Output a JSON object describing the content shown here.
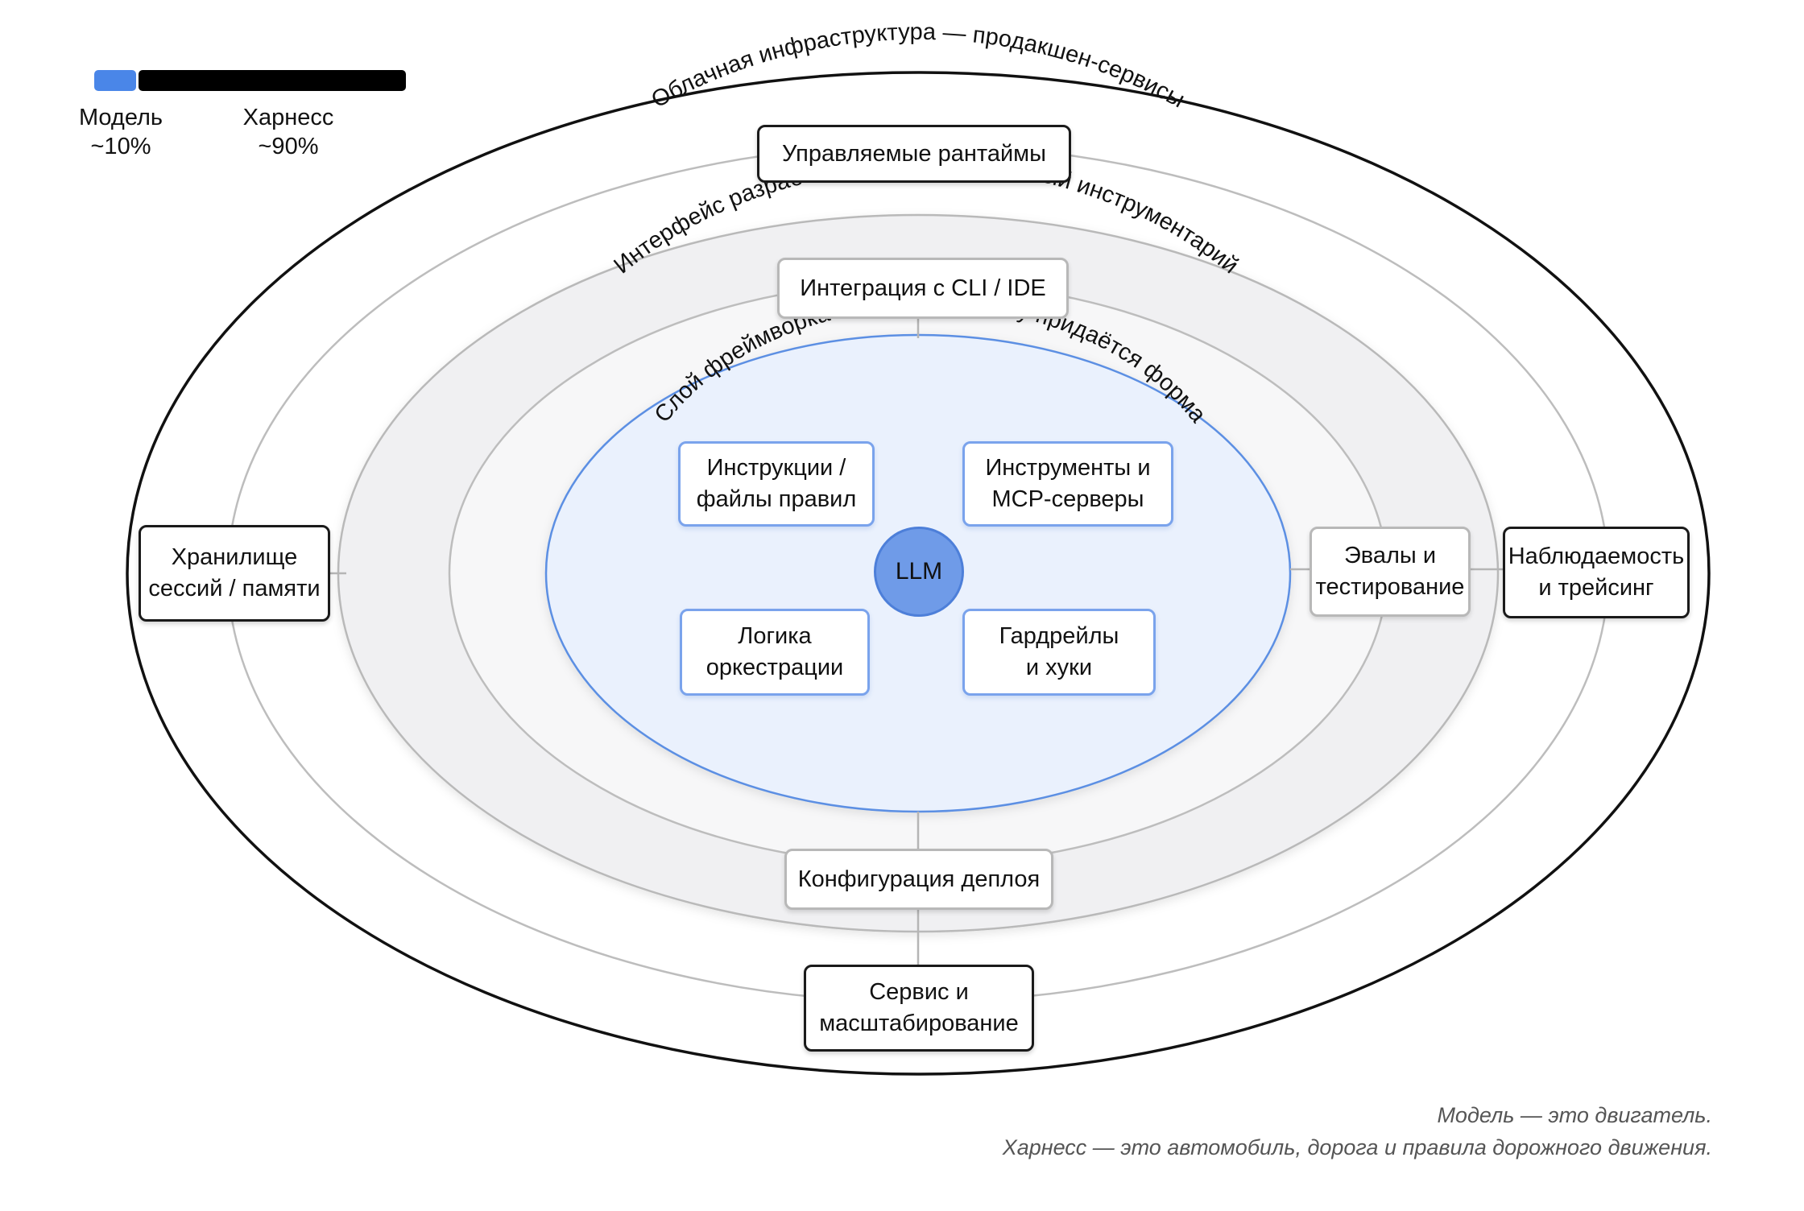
{
  "legend": {
    "model": {
      "name": "Модель",
      "share": "~10%",
      "color": "#4a86e8"
    },
    "harness": {
      "name": "Харнесс",
      "share": "~90%",
      "color": "#000000"
    }
  },
  "rings": {
    "outer": "Облачная инфраструктура — продакшен-сервисы",
    "middle": "Интерфейс разработчика — операционный инструментарий",
    "inner": "Слой фреймворка — где интеллекту придаётся форма"
  },
  "center": {
    "label": "LLM"
  },
  "framework_boxes": [
    {
      "lines": [
        "Инструкции /",
        "файлы правил"
      ]
    },
    {
      "lines": [
        "Инструменты и",
        "MCP-серверы"
      ]
    },
    {
      "lines": [
        "Логика",
        "оркестрации"
      ]
    },
    {
      "lines": [
        "Гардрейлы",
        "и хуки"
      ]
    }
  ],
  "developer_boxes": {
    "top": {
      "lines": [
        "Интеграция с CLI / IDE"
      ]
    },
    "right": {
      "lines": [
        "Эвалы и",
        "тестирование"
      ]
    },
    "bottom": {
      "lines": [
        "Конфигурация деплоя"
      ]
    }
  },
  "cloud_boxes": {
    "top": {
      "lines": [
        "Управляемые рантаймы"
      ]
    },
    "left": {
      "lines": [
        "Хранилище",
        "сессий / памяти"
      ]
    },
    "right": {
      "lines": [
        "Наблюдаемость",
        "и трейсинг"
      ]
    },
    "bottom": {
      "lines": [
        "Сервис и",
        "масштабирование"
      ]
    }
  },
  "footer": {
    "line1": "Модель — это двигатель.",
    "line2": "Харнесс — это автомобиль, дорога и правила дорожного движения."
  }
}
